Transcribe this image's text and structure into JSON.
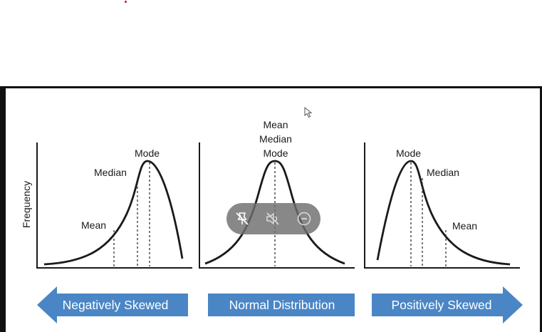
{
  "figure": {
    "y_axis_label": "Frequency",
    "negative": {
      "mode_label": "Mode",
      "median_label": "Median",
      "mean_label": "Mean"
    },
    "normal": {
      "mean_label": "Mean",
      "median_label": "Median",
      "mode_label": "Mode"
    },
    "positive": {
      "mode_label": "Mode",
      "median_label": "Median",
      "mean_label": "Mean"
    },
    "banner_left": "Negatively Skewed",
    "banner_center": "Normal Distribution",
    "banner_right": "Positively Skewed",
    "banner_color": "#4a86c5"
  },
  "player_controls": {
    "buttons": [
      {
        "icon": "pin-off-icon"
      },
      {
        "icon": "volume-muted-icon"
      },
      {
        "icon": "minus-circle-icon"
      }
    ]
  }
}
